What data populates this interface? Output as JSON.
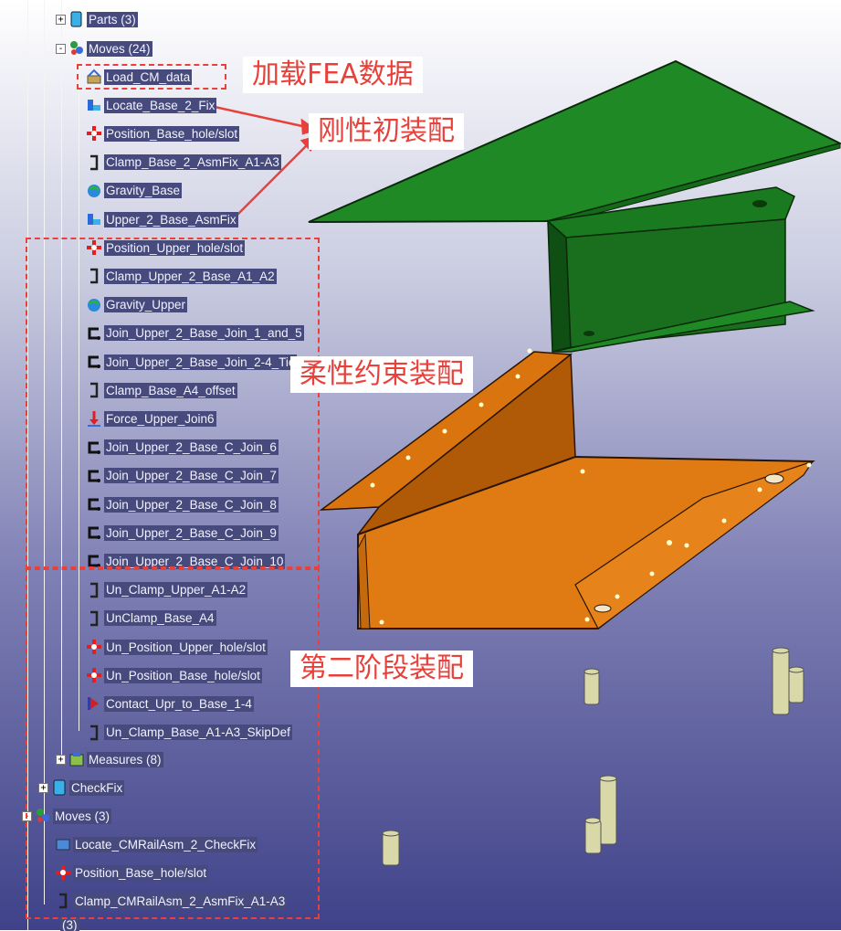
{
  "tree": {
    "parts": "Parts (3)",
    "moves": "Moves (24)",
    "items": [
      "Load_CM_data",
      "Locate_Base_2_Fix",
      "Position_Base_hole/slot",
      "Clamp_Base_2_AsmFix_A1-A3",
      "Gravity_Base",
      "Upper_2_Base_AsmFix",
      "Position_Upper_hole/slot",
      "Clamp_Upper_2_Base_A1_A2",
      "Gravity_Upper",
      "Join_Upper_2_Base_Join_1_and_5",
      "Join_Upper_2_Base_Join_2-4_Tie",
      "Clamp_Base_A4_offset",
      "Force_Upper_Join6",
      "Join_Upper_2_Base_C_Join_6",
      "Join_Upper_2_Base_C_Join_7",
      "Join_Upper_2_Base_C_Join_8",
      "Join_Upper_2_Base_C_Join_9",
      "Join_Upper_2_Base_C_Join_10",
      "Un_Clamp_Upper_A1-A2",
      "UnClamp_Base_A4",
      "Un_Position_Upper_hole/slot",
      "Un_Position_Base_hole/slot",
      "Contact_Upr_to_Base_1-4",
      "Un_Clamp_Base_A1-A3_SkipDef"
    ],
    "measures": "Measures (8)",
    "checkfix": "CheckFix",
    "moves2": "Moves (3)",
    "items2": [
      "Locate_CMRailAsm_2_CheckFix",
      "Position_Base_hole/slot",
      "Clamp_CMRailAsm_2_AsmFix_A1-A3"
    ],
    "cut_off": "(3)"
  },
  "icons": {
    "parts": "cyan-part-icon",
    "moves": "moves-cluster-icon",
    "load": "load-data-icon",
    "locate": "locate-step-icon",
    "position": "red-cross-position-icon",
    "clamp": "clamp-icon",
    "gravity": "gravity-globe-icon",
    "join": "join-c-icon",
    "force": "force-arrow-icon",
    "contact": "contact-triangle-icon",
    "measures": "measures-icon",
    "checkfix": "checkfix-icon"
  },
  "annotations": {
    "fea": "加载FEA数据",
    "rigid": "刚性初装配",
    "flexible": "柔性约束装配",
    "stage2": "第二阶段装配"
  },
  "colors": {
    "annotation_red": "#e8413b",
    "upper_part": "#1f7a1f",
    "base_part": "#d9740f",
    "pin": "#d8d8a8",
    "tree_label_bg": "#474a7c"
  }
}
